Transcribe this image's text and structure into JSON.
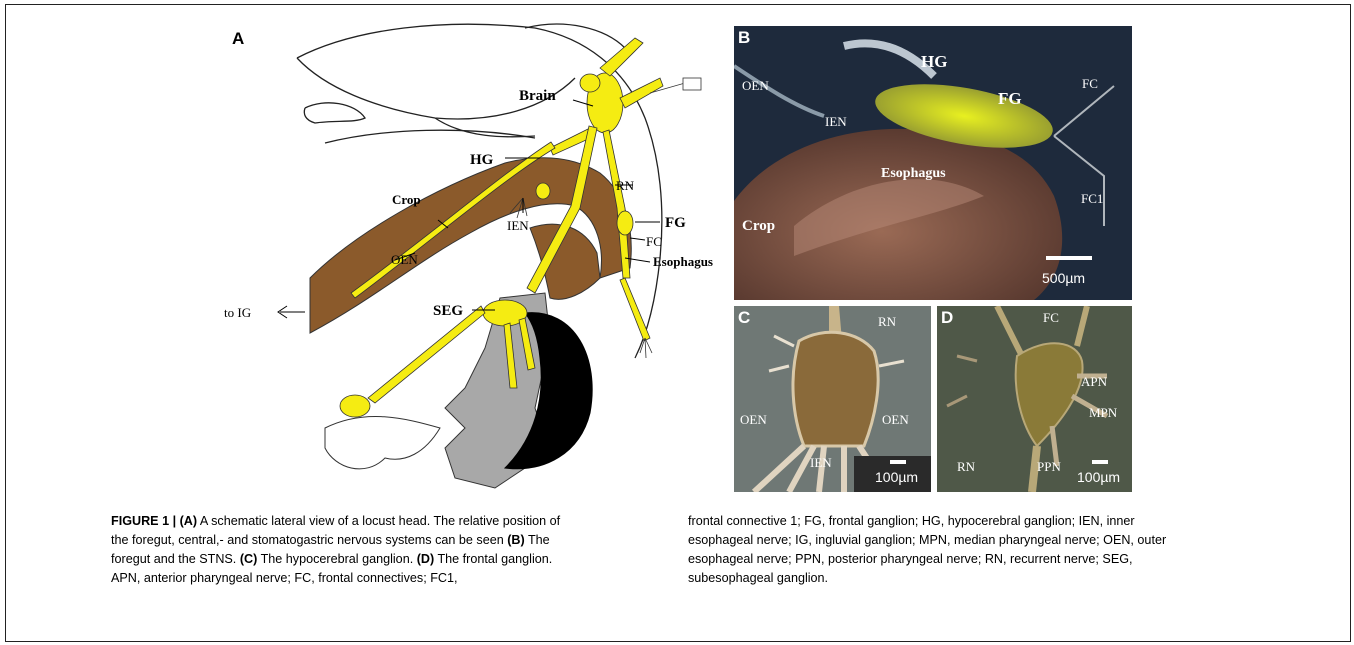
{
  "panels": {
    "A": {
      "letter": "A",
      "labels": {
        "brain": "Brain",
        "hg": "HG",
        "crop": "Crop",
        "rn": "RN",
        "fg": "FG",
        "ien": "IEN",
        "fc": "FC",
        "oen": "OEN",
        "esophagus": "Esophagus",
        "to_ig": "to IG",
        "seg": "SEG"
      }
    },
    "B": {
      "letter": "B",
      "labels": {
        "oen": "OEN",
        "hg": "HG",
        "fg": "FG",
        "fc": "FC",
        "ien": "IEN",
        "esophagus": "Esophagus",
        "crop": "Crop",
        "fc1": "FC1"
      },
      "scale_bar": "500µm"
    },
    "C": {
      "letter": "C",
      "labels": {
        "rn": "RN",
        "oen_left": "OEN",
        "oen_right": "OEN",
        "ien": "IEN"
      },
      "scale_bar": "100µm"
    },
    "D": {
      "letter": "D",
      "labels": {
        "fc": "FC",
        "apn": "APN",
        "mpn": "MPN",
        "rn": "RN",
        "ppn": "PPN"
      },
      "scale_bar": "100µm"
    }
  },
  "caption": {
    "label": "FIGURE 1 | ",
    "a_marker": "(A)",
    "a_text": " A schematic lateral view of a locust head. The relative position of the foregut, central,- and stomatogastric nervous systems can be seen ",
    "b_marker": "(B)",
    "b_text": " The foregut and the STNS. ",
    "c_marker": "(C)",
    "c_text": " The hypocerebral ganglion. ",
    "d_marker": "(D)",
    "d_text": " The frontal ganglion. APN, anterior pharyngeal nerve; FC, frontal connectives; FC1,",
    "right_text": "frontal connective 1; FG, frontal ganglion; HG, hypocerebral ganglion; IEN, inner esophageal nerve; IG, ingluvial ganglion; MPN, median pharyngeal nerve; OEN, outer esophageal nerve; PPN, posterior pharyngeal nerve; RN, recurrent nerve; SEG, subesophageal ganglion."
  },
  "colors": {
    "nerve": "#f5ec12",
    "gut": "#8b5a2b",
    "gray_part": "#a8a8a8",
    "black_part": "#000000",
    "photo_b_bg": "#1e2a3c",
    "photo_c_bg": "#6f7875",
    "photo_d_bg": "#4f5848"
  }
}
